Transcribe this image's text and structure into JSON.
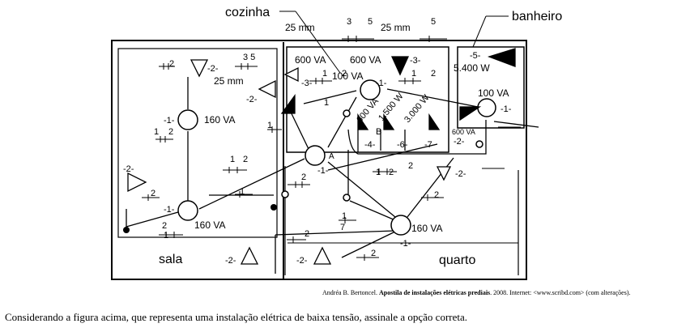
{
  "diagram": {
    "rooms": {
      "cozinha": "cozinha",
      "banheiro": "banheiro",
      "sala": "sala",
      "quarto": "quarto"
    },
    "conduits": {
      "c1": "25 mm",
      "c2": "25 mm",
      "c3": "25 mm"
    },
    "loads": {
      "sala_top": "160 VA",
      "sala_bottom": "160 VA",
      "quarto": "160 VA",
      "coz_a": "600 VA",
      "coz_b": "600 VA",
      "coz_c": "100 VA",
      "coz_d": "600 VA",
      "coz_e": "1.500 W",
      "coz_f": "3.000 W",
      "ban_a": "100 VA",
      "ban_b": "5.400 W",
      "ban_c": "600 VA"
    },
    "circuits": {
      "n1": "-1-",
      "n2": "-2-",
      "n3": "-3-",
      "n4": "-4-",
      "n5": "-5-",
      "n6": "-6-",
      "n7": "-7-"
    },
    "conductors": {
      "one": "1",
      "two": "2",
      "three": "3",
      "five": "5",
      "seven": "7",
      "pair35": "3 5",
      "bus": "1",
      "b": "B",
      "a": "A"
    }
  },
  "credit": {
    "author": "Andréa B. Bertoncel.",
    "title": "Apostila de instalações elétricas prediais",
    "rest": ". 2008. Internet: <www.scribd.com> (com alterações)."
  },
  "question": "Considerando a figura acima, que representa uma instalação elétrica de baixa tensão, assinale a opção correta."
}
